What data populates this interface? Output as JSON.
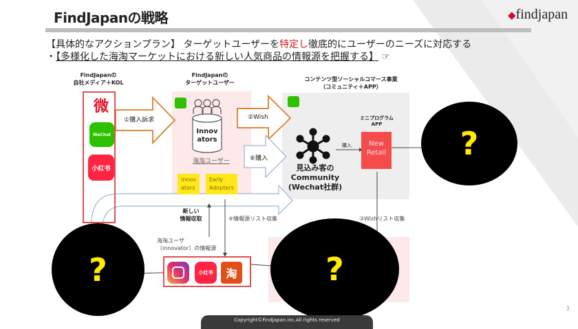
{
  "header": {
    "title": "FindJapanの戦略",
    "logo": "findjapan"
  },
  "intro": {
    "line1_a": "【具体的なアクションプラン】 ターゲットユーザーを",
    "line1_highlight": "特定し",
    "line1_b": "徹底的にユーザーのニーズに対応する",
    "line2_bullet": "・",
    "line2": "【多様化した海淘マーケットにおける新しい人気商品の情報源を把握する】",
    "line2_icon": "☞"
  },
  "diagram": {
    "col1_label": [
      "FindJapanの",
      "自社メディア＋KOL"
    ],
    "col2_label": [
      "FindJapanの",
      "ターゲットユーザー"
    ],
    "col3_label": [
      "コンテンツ型ソーシャルコマース事業",
      "（コミュニティ＋APP）"
    ],
    "arrow1": "①購入訴求",
    "arrow2": "②Wish",
    "arrow6": "⑥購入",
    "db_label": [
      "Innov",
      "ators"
    ],
    "db_caption": "海淘ユーザー",
    "tag1": [
      "Innov",
      "ators"
    ],
    "tag2": [
      "Early",
      "Adopters"
    ],
    "community": [
      "見込み客の",
      "Community",
      "(Wechat社群)"
    ],
    "buy": "購入",
    "mini_label": [
      "ミニプログラム",
      "APP"
    ],
    "new_retail": [
      "New",
      "Retail"
    ],
    "new_info": [
      "新しい",
      "情報収取"
    ],
    "step4": "④情報源リスト収集",
    "step3": "③Wishリスト収集",
    "source_label": [
      "海淘ユーザ",
      "（innovator）の情報源"
    ],
    "apps": {
      "weibo": "微",
      "wechat": "WeChat",
      "xhs": "小红书",
      "taobao": "淘"
    },
    "hidden": "?"
  },
  "footer": {
    "copyright": "Copyright©FindJapan.inc.All rights reserved",
    "page": "3"
  }
}
